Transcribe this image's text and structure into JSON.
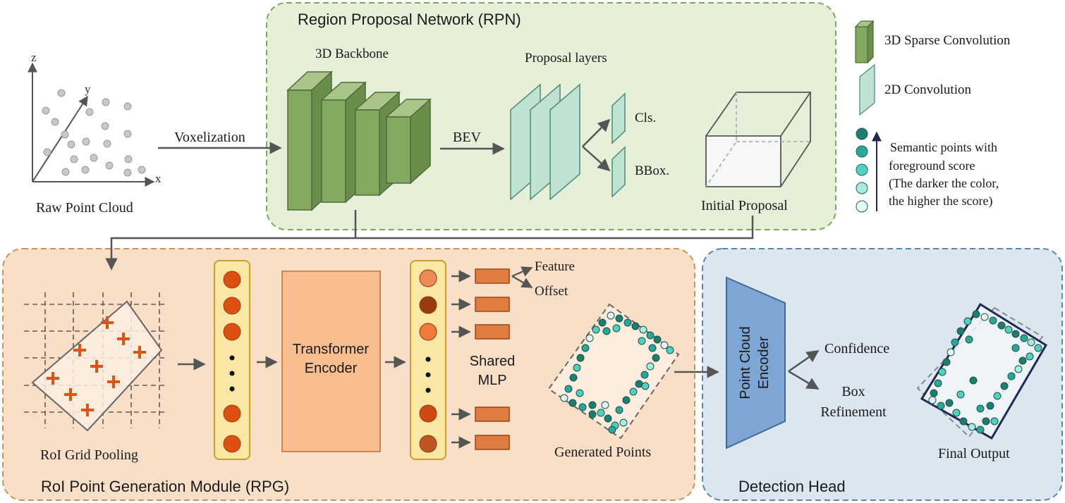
{
  "labels": {
    "rpn_title": "Region Proposal Network (RPN)",
    "backbone": "3D Backbone",
    "proposal_layers": "Proposal layers",
    "cls": "Cls.",
    "bbox": "BBox.",
    "bev": "BEV",
    "voxelization": "Voxelization",
    "raw_point_cloud": "Raw Point Cloud",
    "initial_proposal": "Initial Proposal",
    "axis_z": "z",
    "axis_y": "y",
    "axis_x": "x",
    "roi_grid_pooling": "RoI Grid Pooling",
    "transformer_line1": "Transformer",
    "transformer_line2": "Encoder",
    "shared_line1": "Shared",
    "shared_line2": "MLP",
    "feature": "Feature",
    "offset": "Offset",
    "generated_points": "Generated Points",
    "rpg_title": "RoI Point Generation Module (RPG)",
    "pc_encoder_line1": "Point Cloud",
    "pc_encoder_line2": "Encoder",
    "confidence": "Confidence",
    "box_line1": "Box",
    "box_line2": "Refinement",
    "final_output": "Final Output",
    "detection_head": "Detection Head"
  },
  "legend": {
    "sparse_conv": "3D Sparse Convolution",
    "conv2d": "2D Convolution",
    "semantic_line1": "Semantic points with",
    "semantic_line2": "foreground score",
    "semantic_line3": "(The darker the color,",
    "semantic_line4": "the higher the score)"
  },
  "colors": {
    "rpn_bg": "#e6efd8",
    "rpn_border": "#7fa85c",
    "rpg_bg": "#f9dfc7",
    "rpg_border": "#c9935a",
    "det_bg": "#dbe6f0",
    "det_border": "#5f84a6",
    "backbone_green": "#85a861",
    "conv2d_teal": "#bfe2d3",
    "orange": "#e07b42",
    "cross": "#d9561b",
    "encoder_blue": "#7ea6d4"
  }
}
